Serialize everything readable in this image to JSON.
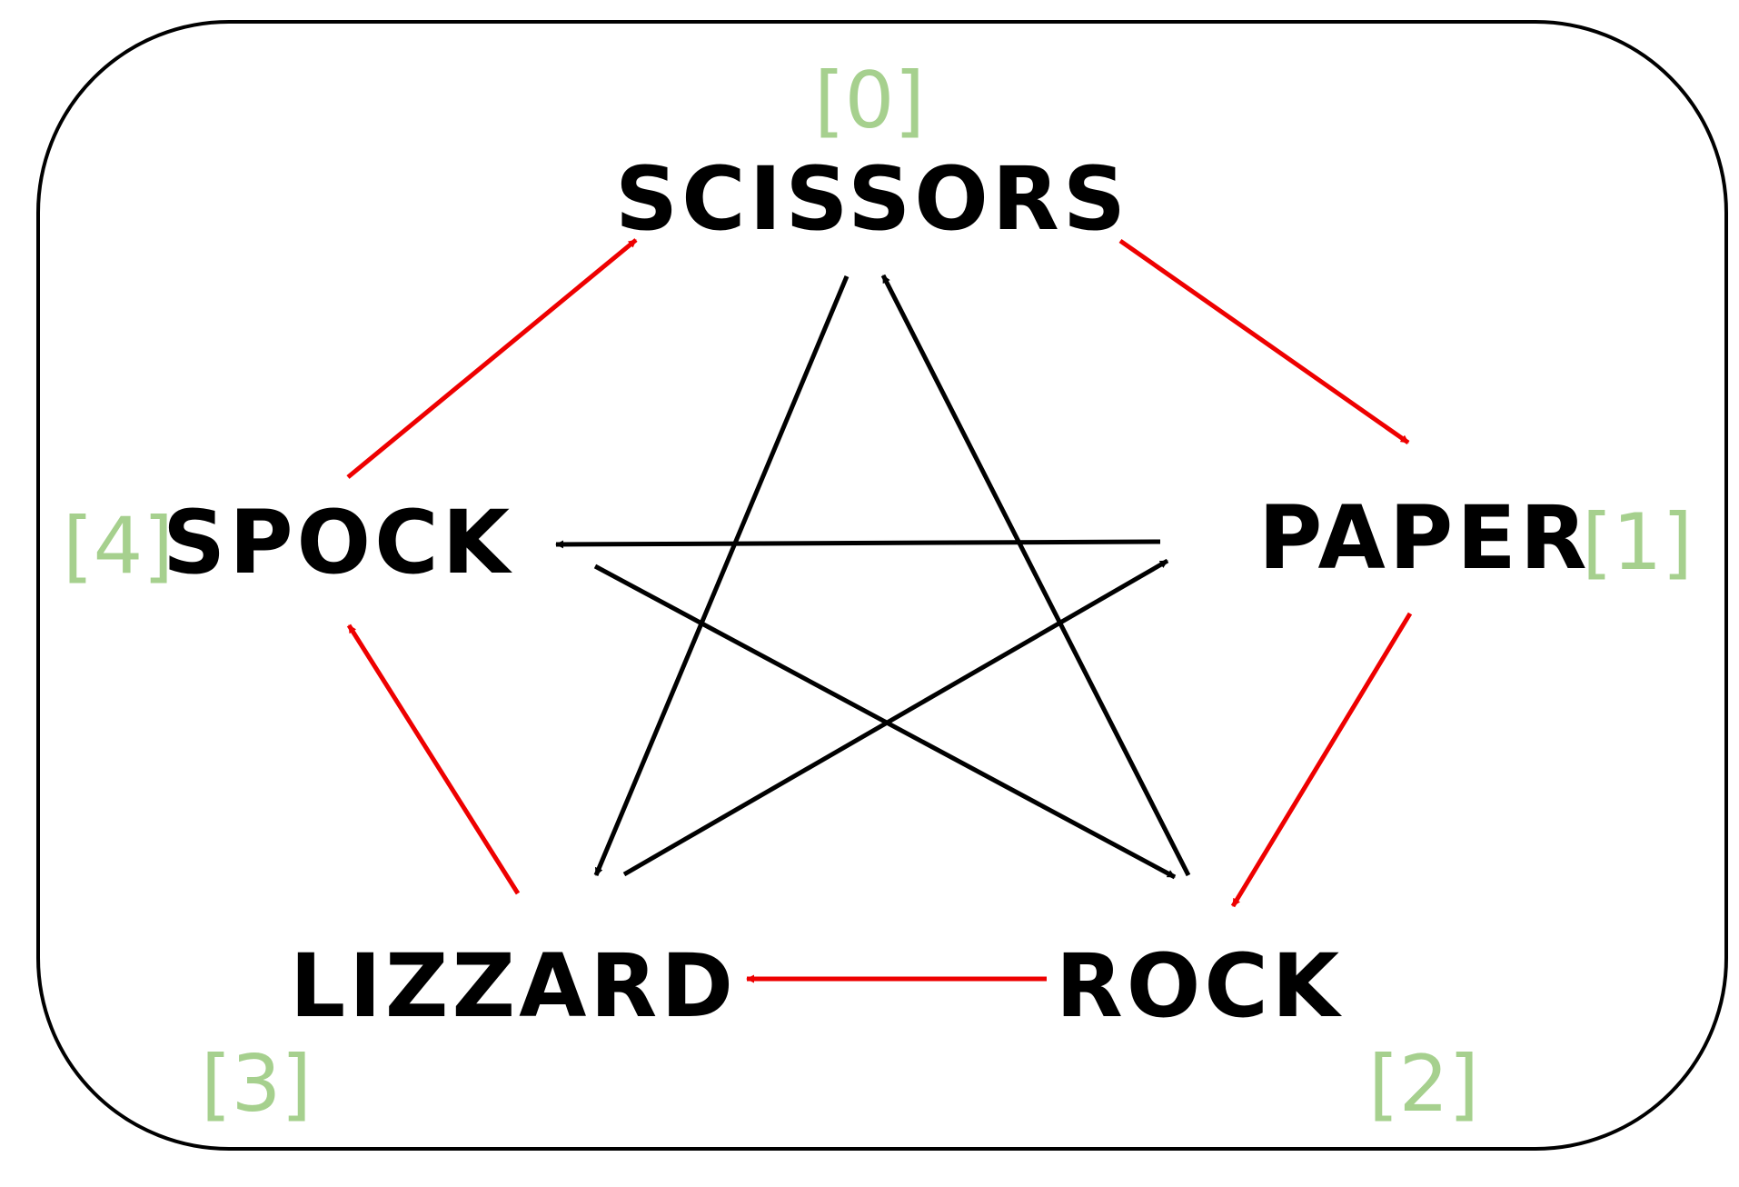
{
  "nodes": {
    "scissors": {
      "label": "SCISSORS",
      "index": "[0]"
    },
    "paper": {
      "label": "PAPER",
      "index": "[1]"
    },
    "rock": {
      "label": "ROCK",
      "index": "[2]"
    },
    "lizard": {
      "label": "LIZZARD",
      "index": "[3]"
    },
    "spock": {
      "label": "SPOCK",
      "index": "[4]"
    }
  },
  "edges": [
    {
      "from": "scissors",
      "to": "paper",
      "color": "red"
    },
    {
      "from": "paper",
      "to": "rock",
      "color": "red"
    },
    {
      "from": "rock",
      "to": "lizard",
      "color": "red"
    },
    {
      "from": "lizard",
      "to": "spock",
      "color": "red"
    },
    {
      "from": "spock",
      "to": "scissors",
      "color": "red"
    },
    {
      "from": "scissors",
      "to": "lizard",
      "color": "black"
    },
    {
      "from": "rock",
      "to": "scissors",
      "color": "black"
    },
    {
      "from": "paper",
      "to": "spock",
      "color": "black"
    },
    {
      "from": "spock",
      "to": "rock",
      "color": "black"
    },
    {
      "from": "lizard",
      "to": "paper",
      "color": "black"
    }
  ],
  "colors": {
    "red": "#ee0000",
    "black": "#000000",
    "index": "#a6d08e",
    "frame": "#000000"
  }
}
